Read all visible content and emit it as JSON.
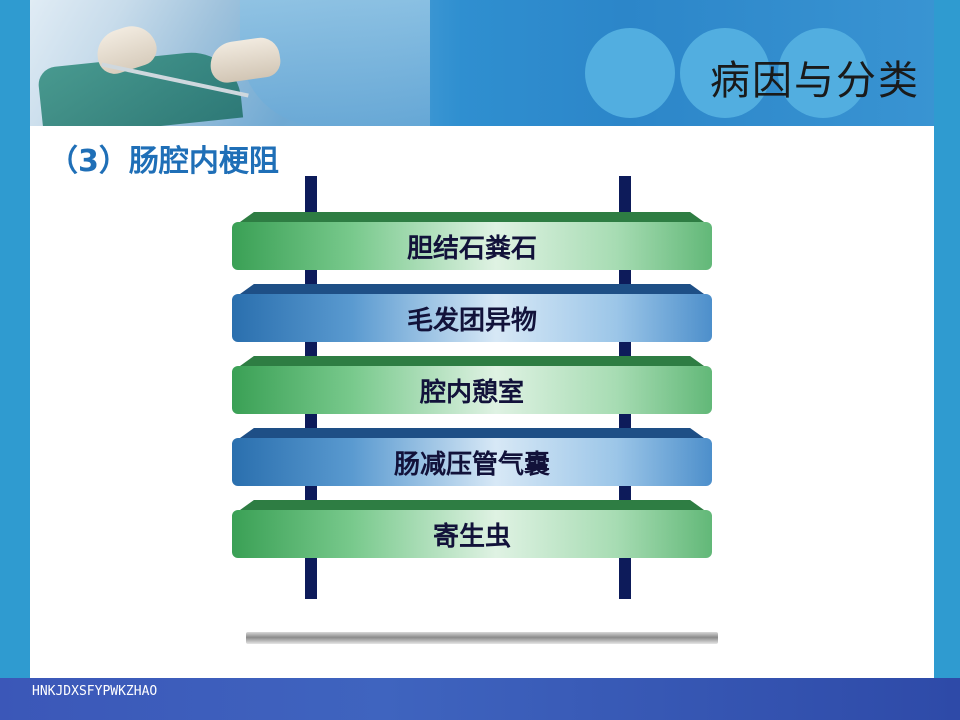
{
  "header": {
    "title": "病因与分类"
  },
  "section": {
    "subtitle": "（3）肠腔内梗阻"
  },
  "causes": [
    {
      "label": "胆结石粪石",
      "color": "green"
    },
    {
      "label": "毛发团异物",
      "color": "blue"
    },
    {
      "label": "腔内憩室",
      "color": "green"
    },
    {
      "label": "肠减压管气囊",
      "color": "blue"
    },
    {
      "label": "寄生虫",
      "color": "green"
    }
  ],
  "footer": {
    "code": "HNKJDXSFYPWKZHAO"
  },
  "colors": {
    "frame": "#2f9bd0",
    "green_bar": "#3aa055",
    "blue_bar": "#2a6fae",
    "pillar": "#0d1b5a",
    "subtitle": "#1f6fb7"
  }
}
